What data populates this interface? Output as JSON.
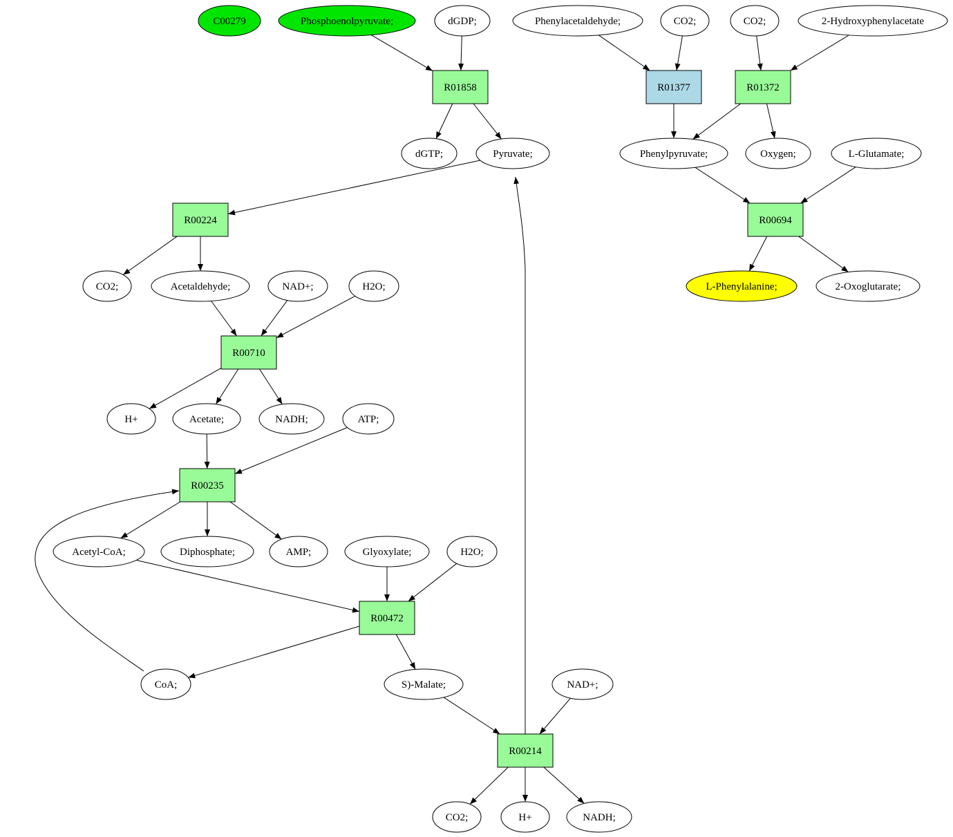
{
  "colors": {
    "compound_default": "#ffffff",
    "compound_green": "#00e600",
    "compound_yellow": "#ffff00",
    "reaction_green": "#98fb98",
    "reaction_blue": "#add8e6",
    "edge": "#000000"
  },
  "compounds": [
    {
      "id": "c_c00279",
      "label": "C00279",
      "color": "compound_green"
    },
    {
      "id": "c_pep",
      "label": "Phosphoenolpyruvate;",
      "color": "compound_green"
    },
    {
      "id": "c_dgdp",
      "label": "dGDP;",
      "color": "compound_default"
    },
    {
      "id": "c_phenylacetaldehyde",
      "label": "Phenylacetaldehyde;",
      "color": "compound_default"
    },
    {
      "id": "c_co2_a",
      "label": "CO2;",
      "color": "compound_default"
    },
    {
      "id": "c_co2_b",
      "label": "CO2;",
      "color": "compound_default"
    },
    {
      "id": "c_hydroxyphenylacetate",
      "label": "2-Hydroxyphenylacetate",
      "color": "compound_default"
    },
    {
      "id": "c_dgtp",
      "label": "dGTP;",
      "color": "compound_default"
    },
    {
      "id": "c_pyruvate",
      "label": "Pyruvate;",
      "color": "compound_default"
    },
    {
      "id": "c_phenylpyruvate",
      "label": "Phenylpyruvate;",
      "color": "compound_default"
    },
    {
      "id": "c_oxygen",
      "label": "Oxygen;",
      "color": "compound_default"
    },
    {
      "id": "c_glutamate",
      "label": "L-Glutamate;",
      "color": "compound_default"
    },
    {
      "id": "c_co2_c",
      "label": "CO2;",
      "color": "compound_default"
    },
    {
      "id": "c_acetaldehyde",
      "label": "Acetaldehyde;",
      "color": "compound_default"
    },
    {
      "id": "c_nadp_a",
      "label": "NAD+;",
      "color": "compound_default"
    },
    {
      "id": "c_h2o_a",
      "label": "H2O;",
      "color": "compound_default"
    },
    {
      "id": "c_phenylalanine",
      "label": "L-Phenylalanine;",
      "color": "compound_yellow"
    },
    {
      "id": "c_oxoglutarate",
      "label": "2-Oxoglutarate;",
      "color": "compound_default"
    },
    {
      "id": "c_hplus_a",
      "label": "H+",
      "color": "compound_default"
    },
    {
      "id": "c_acetate",
      "label": "Acetate;",
      "color": "compound_default"
    },
    {
      "id": "c_nadh_a",
      "label": "NADH;",
      "color": "compound_default"
    },
    {
      "id": "c_atp",
      "label": "ATP;",
      "color": "compound_default"
    },
    {
      "id": "c_acetylcoa",
      "label": "Acetyl-CoA;",
      "color": "compound_default"
    },
    {
      "id": "c_diphosphate",
      "label": "Diphosphate;",
      "color": "compound_default"
    },
    {
      "id": "c_amp",
      "label": "AMP;",
      "color": "compound_default"
    },
    {
      "id": "c_glyoxylate",
      "label": "Glyoxylate;",
      "color": "compound_default"
    },
    {
      "id": "c_h2o_b",
      "label": "H2O;",
      "color": "compound_default"
    },
    {
      "id": "c_coa",
      "label": "CoA;",
      "color": "compound_default"
    },
    {
      "id": "c_malate",
      "label": "S)-Malate;",
      "color": "compound_default"
    },
    {
      "id": "c_nadp_b",
      "label": "NAD+;",
      "color": "compound_default"
    },
    {
      "id": "c_co2_d",
      "label": "CO2;",
      "color": "compound_default"
    },
    {
      "id": "c_hplus_b",
      "label": "H+",
      "color": "compound_default"
    },
    {
      "id": "c_nadh_b",
      "label": "NADH;",
      "color": "compound_default"
    }
  ],
  "reactions": [
    {
      "id": "r_r01858",
      "label": "R01858",
      "color": "reaction_green"
    },
    {
      "id": "r_r01377",
      "label": "R01377",
      "color": "reaction_blue"
    },
    {
      "id": "r_r01372",
      "label": "R01372",
      "color": "reaction_green"
    },
    {
      "id": "r_r00224",
      "label": "R00224",
      "color": "reaction_green"
    },
    {
      "id": "r_r00694",
      "label": "R00694",
      "color": "reaction_green"
    },
    {
      "id": "r_r00710",
      "label": "R00710",
      "color": "reaction_green"
    },
    {
      "id": "r_r00235",
      "label": "R00235",
      "color": "reaction_green"
    },
    {
      "id": "r_r00472",
      "label": "R00472",
      "color": "reaction_green"
    },
    {
      "id": "r_r00214",
      "label": "R00214",
      "color": "reaction_green"
    }
  ],
  "edges": [
    {
      "from": "c_pep",
      "to": "r_r01858"
    },
    {
      "from": "c_dgdp",
      "to": "r_r01858"
    },
    {
      "from": "r_r01858",
      "to": "c_dgtp"
    },
    {
      "from": "r_r01858",
      "to": "c_pyruvate"
    },
    {
      "from": "c_phenylacetaldehyde",
      "to": "r_r01377"
    },
    {
      "from": "c_co2_a",
      "to": "r_r01377"
    },
    {
      "from": "r_r01377",
      "to": "c_phenylpyruvate"
    },
    {
      "from": "c_co2_b",
      "to": "r_r01372"
    },
    {
      "from": "c_hydroxyphenylacetate",
      "to": "r_r01372"
    },
    {
      "from": "r_r01372",
      "to": "c_phenylpyruvate"
    },
    {
      "from": "r_r01372",
      "to": "c_oxygen"
    },
    {
      "from": "c_phenylpyruvate",
      "to": "r_r00694"
    },
    {
      "from": "c_glutamate",
      "to": "r_r00694"
    },
    {
      "from": "r_r00694",
      "to": "c_phenylalanine"
    },
    {
      "from": "r_r00694",
      "to": "c_oxoglutarate"
    },
    {
      "from": "c_pyruvate",
      "to": "r_r00224"
    },
    {
      "from": "r_r00224",
      "to": "c_co2_c"
    },
    {
      "from": "r_r00224",
      "to": "c_acetaldehyde"
    },
    {
      "from": "c_acetaldehyde",
      "to": "r_r00710"
    },
    {
      "from": "c_nadp_a",
      "to": "r_r00710"
    },
    {
      "from": "c_h2o_a",
      "to": "r_r00710"
    },
    {
      "from": "r_r00710",
      "to": "c_hplus_a"
    },
    {
      "from": "r_r00710",
      "to": "c_acetate"
    },
    {
      "from": "r_r00710",
      "to": "c_nadh_a"
    },
    {
      "from": "c_acetate",
      "to": "r_r00235"
    },
    {
      "from": "c_atp",
      "to": "r_r00235"
    },
    {
      "from": "c_coa",
      "to": "r_r00235"
    },
    {
      "from": "r_r00235",
      "to": "c_acetylcoa"
    },
    {
      "from": "r_r00235",
      "to": "c_diphosphate"
    },
    {
      "from": "r_r00235",
      "to": "c_amp"
    },
    {
      "from": "c_acetylcoa",
      "to": "r_r00472"
    },
    {
      "from": "c_glyoxylate",
      "to": "r_r00472"
    },
    {
      "from": "c_h2o_b",
      "to": "r_r00472"
    },
    {
      "from": "r_r00472",
      "to": "c_coa"
    },
    {
      "from": "r_r00472",
      "to": "c_malate"
    },
    {
      "from": "c_malate",
      "to": "r_r00214"
    },
    {
      "from": "c_nadp_b",
      "to": "r_r00214"
    },
    {
      "from": "r_r00214",
      "to": "c_co2_d"
    },
    {
      "from": "r_r00214",
      "to": "c_hplus_b"
    },
    {
      "from": "r_r00214",
      "to": "c_nadh_b"
    },
    {
      "from": "r_r00214",
      "to": "c_pyruvate"
    }
  ]
}
